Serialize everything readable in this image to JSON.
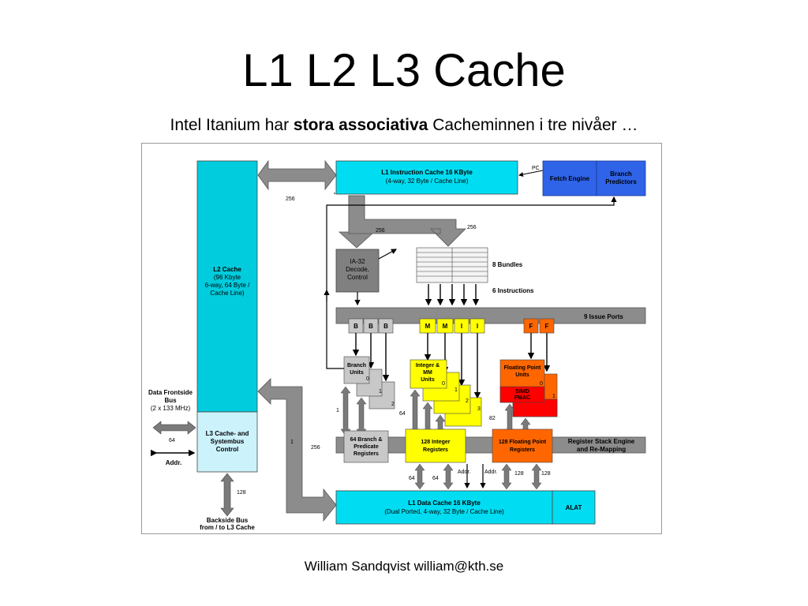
{
  "slide": {
    "title": "L1 L2 L3 Cache",
    "subtitle_pre": "Intel Itanium har ",
    "subtitle_bold": "stora associativa",
    "subtitle_post": " Cacheminnen i tre nivåer …",
    "footer": "William Sandqvist  william@kth.se"
  },
  "diagram": {
    "l1i": {
      "line1": "L1  Instruction Cache  16 KByte",
      "line2": "(4-way, 32 Byte / Cache Line)"
    },
    "pc": "PC",
    "fetch_engine": "Fetch Engine",
    "branch_predictors": {
      "line1": "Branch",
      "line2": "Predictors"
    },
    "l2": {
      "line1": "L2 Cache",
      "line2": "(96 Kbyte",
      "line3": "6-way, 64 Byte /",
      "line4": "Cache Line)"
    },
    "l3": {
      "line1": "L3 Cache- and",
      "line2": "Systembus",
      "line3": "Control"
    },
    "ia32": {
      "line1": "IA-32",
      "line2": "Decode,",
      "line3": "Control"
    },
    "bundles": "8 Bundles",
    "instructions": "6 Instructions",
    "issue_ports": "9 Issue Ports",
    "ports": [
      "B",
      "B",
      "B",
      "M",
      "M",
      "I",
      "I",
      "F",
      "F"
    ],
    "branch_units": {
      "line1": "Branch",
      "line2": "Units"
    },
    "integer_units": {
      "line1": "Integer &",
      "line2": "MM",
      "line3": "Units"
    },
    "fp_units": {
      "line1": "Floating Point",
      "line2": "Units"
    },
    "simd": {
      "line1": "SIMD",
      "line2": "FMAC"
    },
    "unit_indices": [
      "0",
      "1",
      "2",
      "3"
    ],
    "branch_regs": {
      "line1": "64 Branch &",
      "line2": "Predicate",
      "line3": "Registers"
    },
    "int_regs": {
      "line1": "128 Integer",
      "line2": "Registers"
    },
    "fp_regs": {
      "line1": "128 Floating Point",
      "line2": "Registers"
    },
    "rse": {
      "line1": "Register Stack Engine",
      "line2": "and Re-Mapping"
    },
    "l1d": {
      "line1": "L1  Data Cache  16 KByte",
      "line2": "(Dual Ported, 4-way, 32 Byte / Cache Line)"
    },
    "alat": "ALAT",
    "frontside": {
      "line1": "Data Frontside",
      "line2": "Bus",
      "line3": "(2 x 133 MHz)"
    },
    "addr": "Addr.",
    "backside": {
      "line1": "Backside Bus",
      "line2": "from / to L3 Cache"
    },
    "widths": {
      "w256": "256",
      "w128": "128",
      "w64": "64",
      "w82": "82",
      "w1": "1"
    }
  },
  "colors": {
    "cyan": "#00ccdd",
    "light_cyan": "#ccf2fc",
    "blue": "#2f63e8",
    "gray_box": "#808080",
    "light_gray": "#c8c8c8",
    "yellow": "#ffff00",
    "orange": "#ff6600",
    "red": "#ff0000",
    "l1_cyan": "#00ddf2"
  }
}
